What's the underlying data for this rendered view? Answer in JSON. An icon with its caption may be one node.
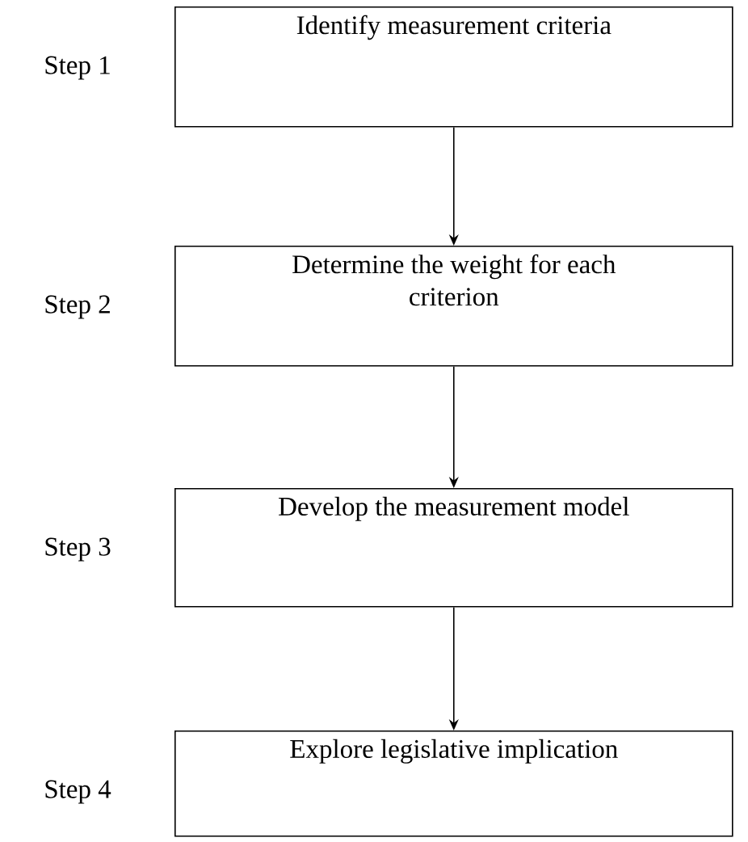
{
  "diagram": {
    "nodes": [
      {
        "text": [
          "Identify measurement criteria"
        ],
        "beside": [
          "Step 1"
        ]
      },
      {
        "text": [
          "Determine the weight for each criterion"
        ],
        "beside": [
          "Step 2"
        ]
      },
      {
        "text": [
          "Develop the measurement model"
        ],
        "beside": [
          "Step 3"
        ]
      },
      {
        "text": [
          "Explore legislative implication"
        ],
        "beside": [
          "Step 4"
        ]
      }
    ],
    "edges": [
      {
        "from": 0,
        "to": 1,
        "arrow": "to"
      },
      {
        "from": 1,
        "to": 2,
        "arrow": "to"
      },
      {
        "from": 2,
        "to": 3,
        "arrow": "to"
      }
    ]
  }
}
